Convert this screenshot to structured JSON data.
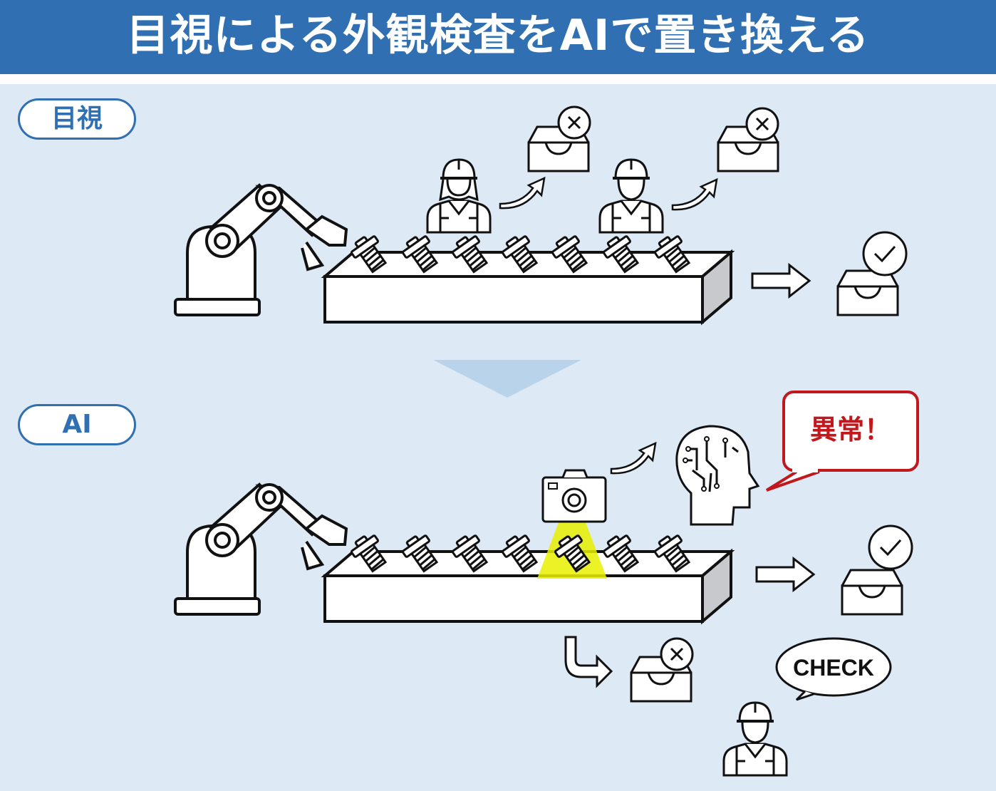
{
  "header": {
    "title": "目視による外観検査をAIで置き換える"
  },
  "sections": {
    "visual": {
      "label": "目視"
    },
    "ai": {
      "label": "AI"
    }
  },
  "ai_section": {
    "alert_bubble": "異常！",
    "worker_bubble": "CHECK"
  },
  "colors": {
    "header_bg": "#2f6fb2",
    "page_bg": "#dde9f5",
    "alert_red": "#c0181d",
    "highlight_yellow": "#e8f000",
    "flow_arrow": "#b9d3ea"
  },
  "icons": [
    "robot-arm-icon",
    "conveyor-belt-icon",
    "screw-icon",
    "worker-icon",
    "reject-tray-icon",
    "accept-tray-icon",
    "camera-icon",
    "ai-head-icon",
    "curved-arrow-icon",
    "right-arrow-icon"
  ]
}
